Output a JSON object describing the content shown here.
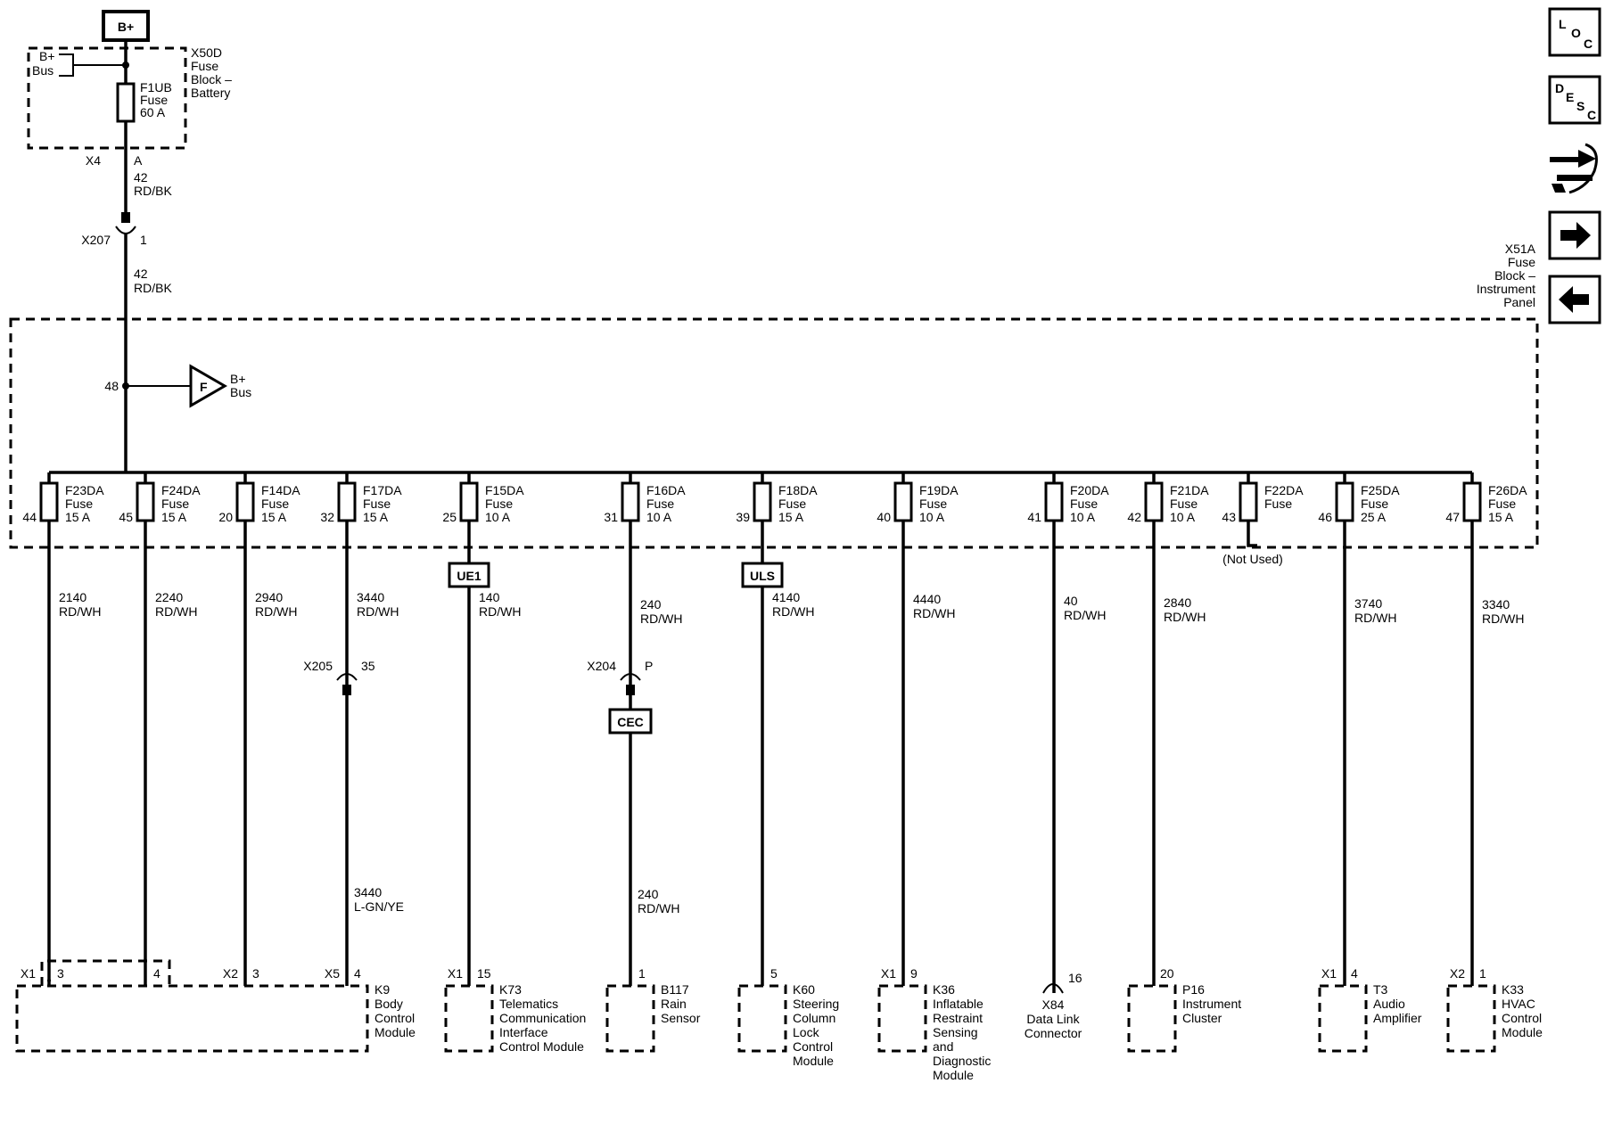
{
  "battery": {
    "label": "B+"
  },
  "x50d": {
    "bus_lines": [
      "B+",
      "Bus"
    ],
    "title_lines": [
      "X50D",
      "Fuse",
      "Block –",
      "Battery"
    ],
    "fuse_lines": [
      "F1UB",
      "Fuse",
      "60 A"
    ],
    "connector": "X4",
    "pin": "A"
  },
  "wire_top": {
    "circuit": "42",
    "color": "RD/BK"
  },
  "x207": {
    "name": "X207",
    "pin": "1"
  },
  "wire_mid": {
    "circuit": "42",
    "color": "RD/BK"
  },
  "x51a": {
    "title_lines": [
      "X51A",
      "Fuse",
      "Block –",
      "Instrument",
      "Panel"
    ],
    "bus_pin": "48",
    "bus_symbol": "F",
    "bus_lines": [
      "B+",
      "Bus"
    ],
    "not_used": "(Not Used)"
  },
  "fuses": [
    {
      "name": "F23DA",
      "type": "Fuse",
      "rating": "15 A",
      "pin": "44"
    },
    {
      "name": "F24DA",
      "type": "Fuse",
      "rating": "15 A",
      "pin": "45"
    },
    {
      "name": "F14DA",
      "type": "Fuse",
      "rating": "15 A",
      "pin": "20"
    },
    {
      "name": "F17DA",
      "type": "Fuse",
      "rating": "15 A",
      "pin": "32"
    },
    {
      "name": "F15DA",
      "type": "Fuse",
      "rating": "10 A",
      "pin": "25"
    },
    {
      "name": "F16DA",
      "type": "Fuse",
      "rating": "10 A",
      "pin": "31"
    },
    {
      "name": "F18DA",
      "type": "Fuse",
      "rating": "15 A",
      "pin": "39"
    },
    {
      "name": "F19DA",
      "type": "Fuse",
      "rating": "10 A",
      "pin": "40"
    },
    {
      "name": "F20DA",
      "type": "Fuse",
      "rating": "10 A",
      "pin": "41"
    },
    {
      "name": "F21DA",
      "type": "Fuse",
      "rating": "10 A",
      "pin": "42"
    },
    {
      "name": "F22DA",
      "type": "Fuse",
      "rating": "",
      "pin": "43"
    },
    {
      "name": "F25DA",
      "type": "Fuse",
      "rating": "25 A",
      "pin": "46"
    },
    {
      "name": "F26DA",
      "type": "Fuse",
      "rating": "15 A",
      "pin": "47"
    }
  ],
  "wires": [
    {
      "circuit": "2140",
      "color": "RD/WH"
    },
    {
      "circuit": "2240",
      "color": "RD/WH"
    },
    {
      "circuit": "2940",
      "color": "RD/WH"
    },
    {
      "circuit": "3440",
      "color": "RD/WH"
    },
    {
      "circuit": "140",
      "color": "RD/WH"
    },
    {
      "circuit": "240",
      "color": "RD/WH"
    },
    {
      "circuit": "4140",
      "color": "RD/WH"
    },
    {
      "circuit": "4440",
      "color": "RD/WH"
    },
    {
      "circuit": "40",
      "color": "RD/WH"
    },
    {
      "circuit": "2840",
      "color": "RD/WH"
    },
    {
      "circuit": "3740",
      "color": "RD/WH"
    },
    {
      "circuit": "3340",
      "color": "RD/WH"
    }
  ],
  "options": {
    "ue1": "UE1",
    "uls": "ULS",
    "cec": "CEC"
  },
  "x205": {
    "name": "X205",
    "pin": "35"
  },
  "x204": {
    "name": "X204",
    "pin": "P"
  },
  "wire_k9_x5": {
    "circuit": "3440",
    "color": "L-GN/YE"
  },
  "wire_b117": {
    "circuit": "240",
    "color": "RD/WH"
  },
  "modules": {
    "k9": {
      "lines": [
        "K9",
        "Body",
        "Control",
        "Module"
      ],
      "x1": "X1",
      "pin1": "3",
      "pin2": "4",
      "x2": "X2",
      "pin3": "3",
      "x5": "X5",
      "pin4": "4"
    },
    "k73": {
      "lines": [
        "K73",
        "Telematics",
        "Communication",
        "Interface",
        "Control Module"
      ],
      "conn": "X1",
      "pin": "15"
    },
    "b117": {
      "lines": [
        "B117",
        "Rain",
        "Sensor"
      ],
      "pin": "1"
    },
    "k60": {
      "lines": [
        "K60",
        "Steering",
        "Column",
        "Lock",
        "Control",
        "Module"
      ],
      "pin": "5"
    },
    "k36": {
      "lines": [
        "K36",
        "Inflatable",
        "Restraint",
        "Sensing",
        "and",
        "Diagnostic",
        "Module"
      ],
      "conn": "X1",
      "pin": "9"
    },
    "x84": {
      "lines": [
        "X84",
        "Data Link",
        "Connector"
      ],
      "pin": "16"
    },
    "p16": {
      "lines": [
        "P16",
        "Instrument",
        "Cluster"
      ],
      "pin": "20"
    },
    "t3": {
      "lines": [
        "T3",
        "Audio",
        "Amplifier"
      ],
      "conn": "X1",
      "pin": "4"
    },
    "k33": {
      "lines": [
        "K33",
        "HVAC",
        "Control",
        "Module"
      ],
      "conn": "X2",
      "pin": "1"
    }
  },
  "nav": {
    "loc": {
      "l": "L",
      "o": "O",
      "c": "C"
    },
    "desc": {
      "d": "D",
      "e": "E",
      "s": "S",
      "c": "C"
    }
  }
}
